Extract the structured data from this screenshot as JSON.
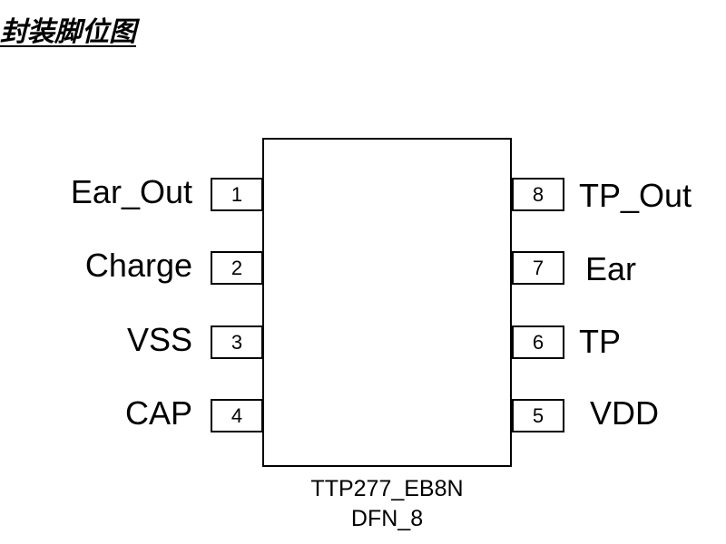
{
  "title": "封装脚位图",
  "chip": {
    "part_number": "TTP277_EB8N",
    "package": "DFN_8"
  },
  "pins_left": [
    {
      "number": "1",
      "name": "Ear_Out"
    },
    {
      "number": "2",
      "name": "Charge"
    },
    {
      "number": "3",
      "name": "VSS"
    },
    {
      "number": "4",
      "name": "CAP"
    }
  ],
  "pins_right": [
    {
      "number": "8",
      "name": "TP_Out"
    },
    {
      "number": "7",
      "name": "Ear"
    },
    {
      "number": "6",
      "name": "TP"
    },
    {
      "number": "5",
      "name": "VDD"
    }
  ]
}
